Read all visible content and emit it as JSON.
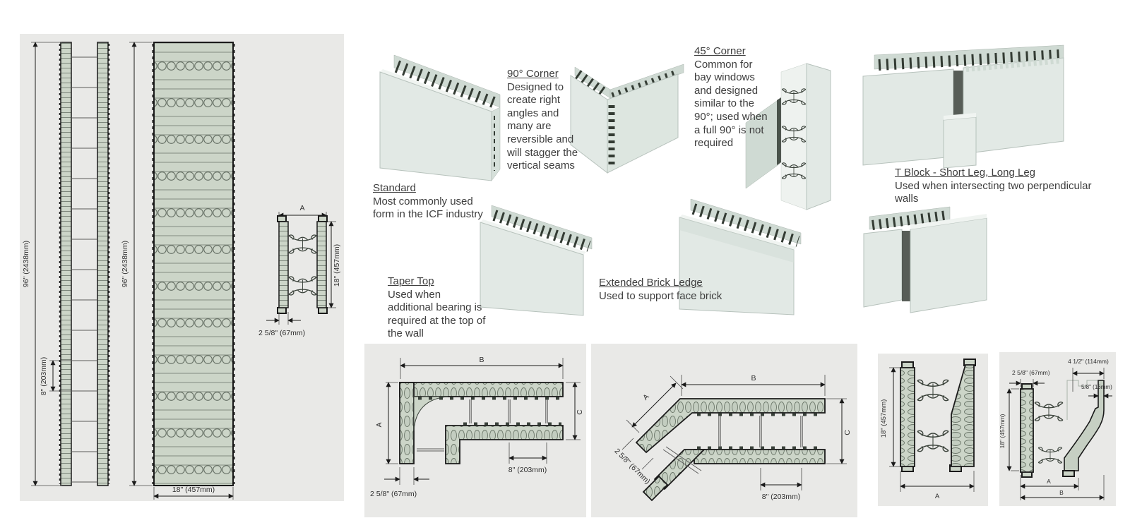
{
  "products": [
    {
      "title": "Standard",
      "body": "Most commonly used form in the ICF industry"
    },
    {
      "title": "90° Corner",
      "body": "Designed to create right angles and many are reversible and will stagger the vertical seams"
    },
    {
      "title": "45° Corner",
      "body": "Common for bay windows and designed similar to the 90°; used when a full 90° is not required"
    },
    {
      "title": "T Block - Short Leg, Long Leg",
      "body": "Used when intersecting two perpendicular walls"
    },
    {
      "title": "Taper Top",
      "body": "Used when additional bearing is required at the top of the wall"
    },
    {
      "title": "Extended Brick Ledge",
      "body": "Used to support face brick"
    }
  ],
  "dims": {
    "height_96": "96\" (2438mm)",
    "width_18": "18\" (457mm)",
    "spacing_8": "8\" (203mm)",
    "thickness_2_5_8": "2 5/8\" (67mm)",
    "ledge_4_1_2": "4 1/2\" (114mm)",
    "lip_5_8": "5/8\" (16mm)",
    "label_a": "A",
    "label_b": "B",
    "label_c": "C"
  },
  "colors": {
    "panel_bg": "#e9e9e7",
    "wall_fill": "#ccd5c8",
    "foam_light": "#e2e9e5",
    "web_dark": "#333b33",
    "line": "#1a1a1a",
    "text": "#3e3e3e"
  }
}
